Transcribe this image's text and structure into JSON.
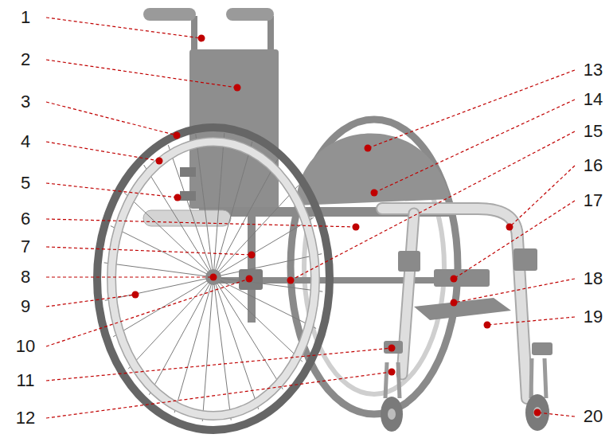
{
  "diagram": {
    "labels": [
      "1",
      "2",
      "3",
      "4",
      "5",
      "6",
      "7",
      "8",
      "9",
      "10",
      "11",
      "12",
      "13",
      "14",
      "15",
      "16",
      "17",
      "18",
      "19",
      "20"
    ]
  }
}
